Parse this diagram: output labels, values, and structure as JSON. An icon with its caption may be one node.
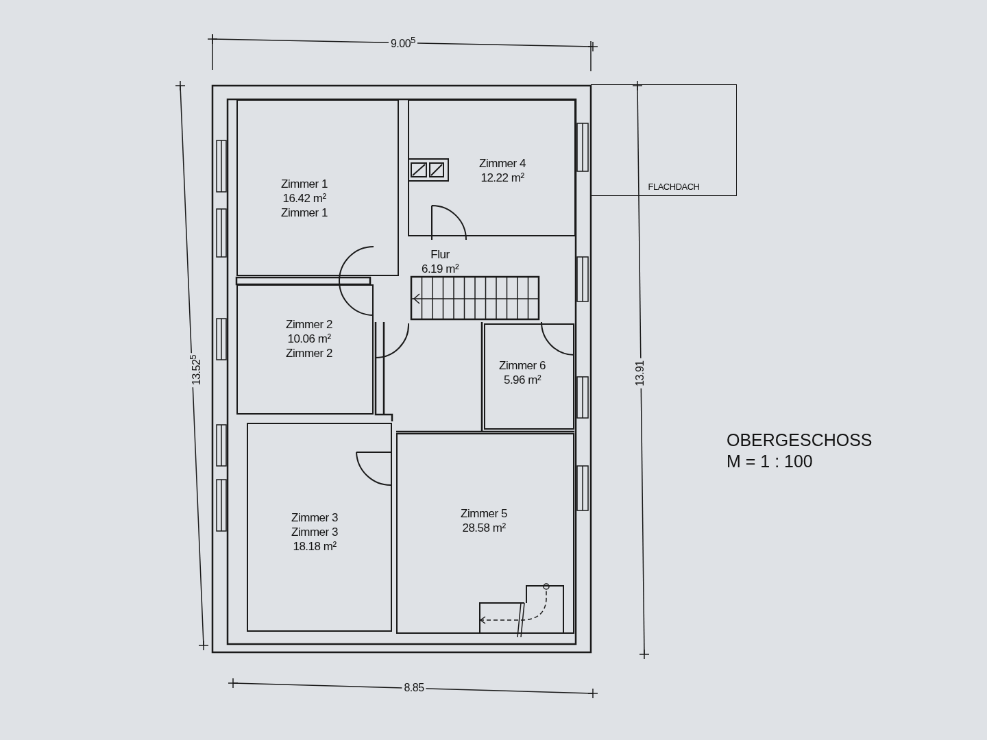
{
  "diagram": {
    "title": "OBERGESCHOSS",
    "nodes": [
      {
        "text": [
          "Zimmer 1",
          "16.42 m²",
          "Zimmer 1"
        ]
      },
      {
        "text": [
          "Zimmer 4",
          "12.22 m²"
        ]
      },
      {
        "text": [
          "Flur",
          "6.19 m²"
        ]
      },
      {
        "text": [
          "Zimmer 2",
          "10.06 m²",
          "Zimmer 2"
        ]
      },
      {
        "text": [
          "Zimmer 6",
          "5.96 m²"
        ]
      },
      {
        "text": [
          "Zimmer 3",
          "Zimmer 3",
          "18.18 m²"
        ]
      },
      {
        "text": [
          "Zimmer 5",
          "28.58 m²"
        ]
      },
      {
        "text": [
          "FLACHDACH"
        ]
      }
    ],
    "labels": [
      "9.00$^{5}$",
      "13.52$^{5}$",
      "13.91",
      "8.85",
      "M = 1 : 100"
    ]
  }
}
